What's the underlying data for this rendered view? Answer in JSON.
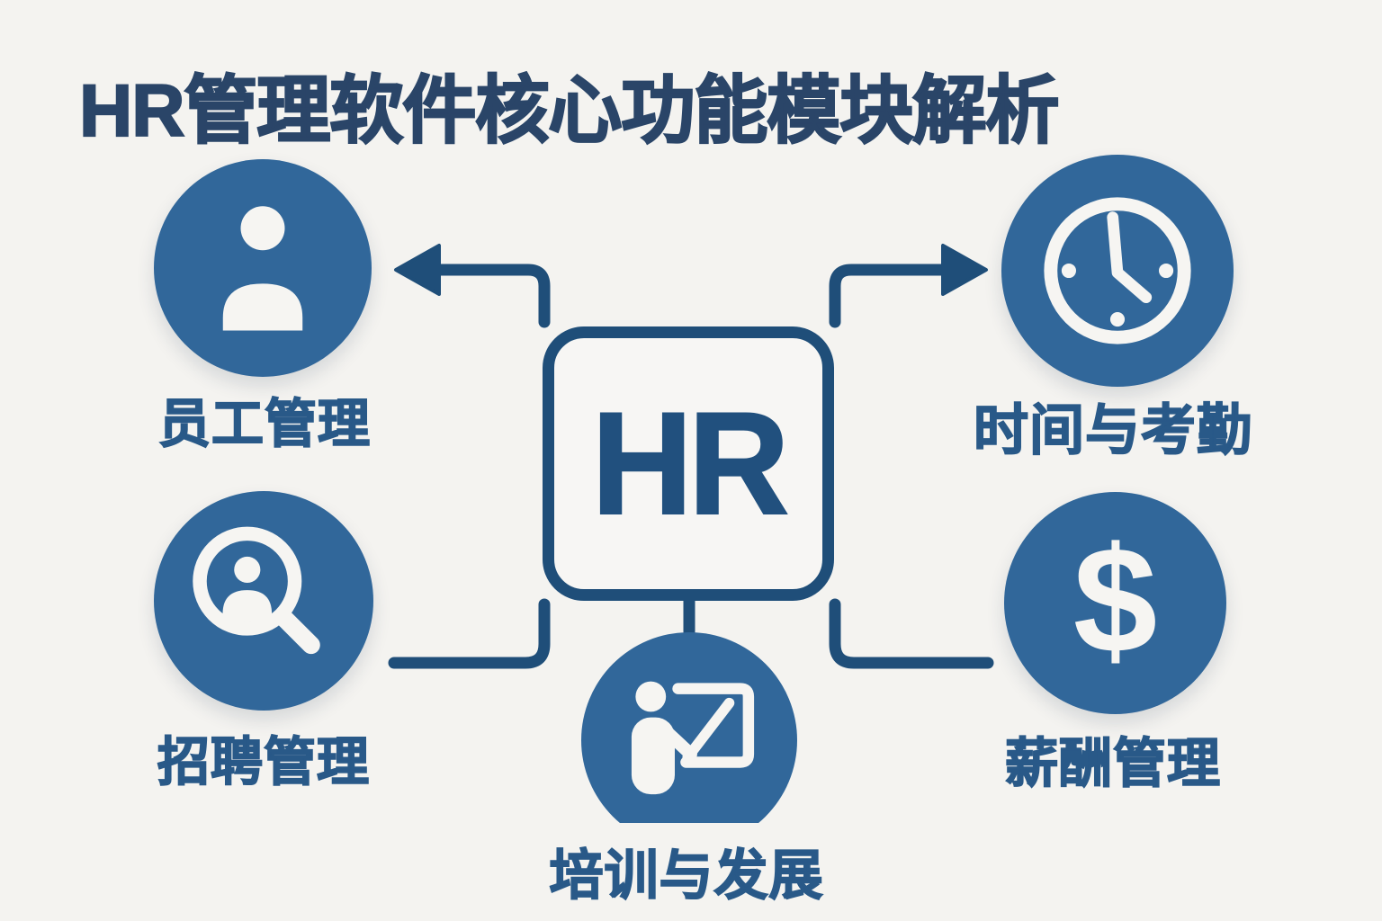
{
  "title": "HR管理软件核心功能模块解析",
  "center": {
    "label": "HR"
  },
  "modules": [
    {
      "id": "employee",
      "label": "员工管理",
      "icon": "person-icon"
    },
    {
      "id": "time-attendance",
      "label": "时间与考勤",
      "icon": "clock-icon"
    },
    {
      "id": "recruitment",
      "label": "招聘管理",
      "icon": "search-person-icon"
    },
    {
      "id": "training",
      "label": "培训与发展",
      "icon": "presenter-board-icon"
    },
    {
      "id": "payroll",
      "label": "薪酬管理",
      "icon": "dollar-icon",
      "glyph": "$"
    }
  ],
  "colors": {
    "bg": "#f4f3f0",
    "circle": "#31679a",
    "stroke": "#1f4e79",
    "title": "#2a4568",
    "label": "#295988",
    "hr": "#21507e",
    "icon": "#f6f5f2"
  }
}
